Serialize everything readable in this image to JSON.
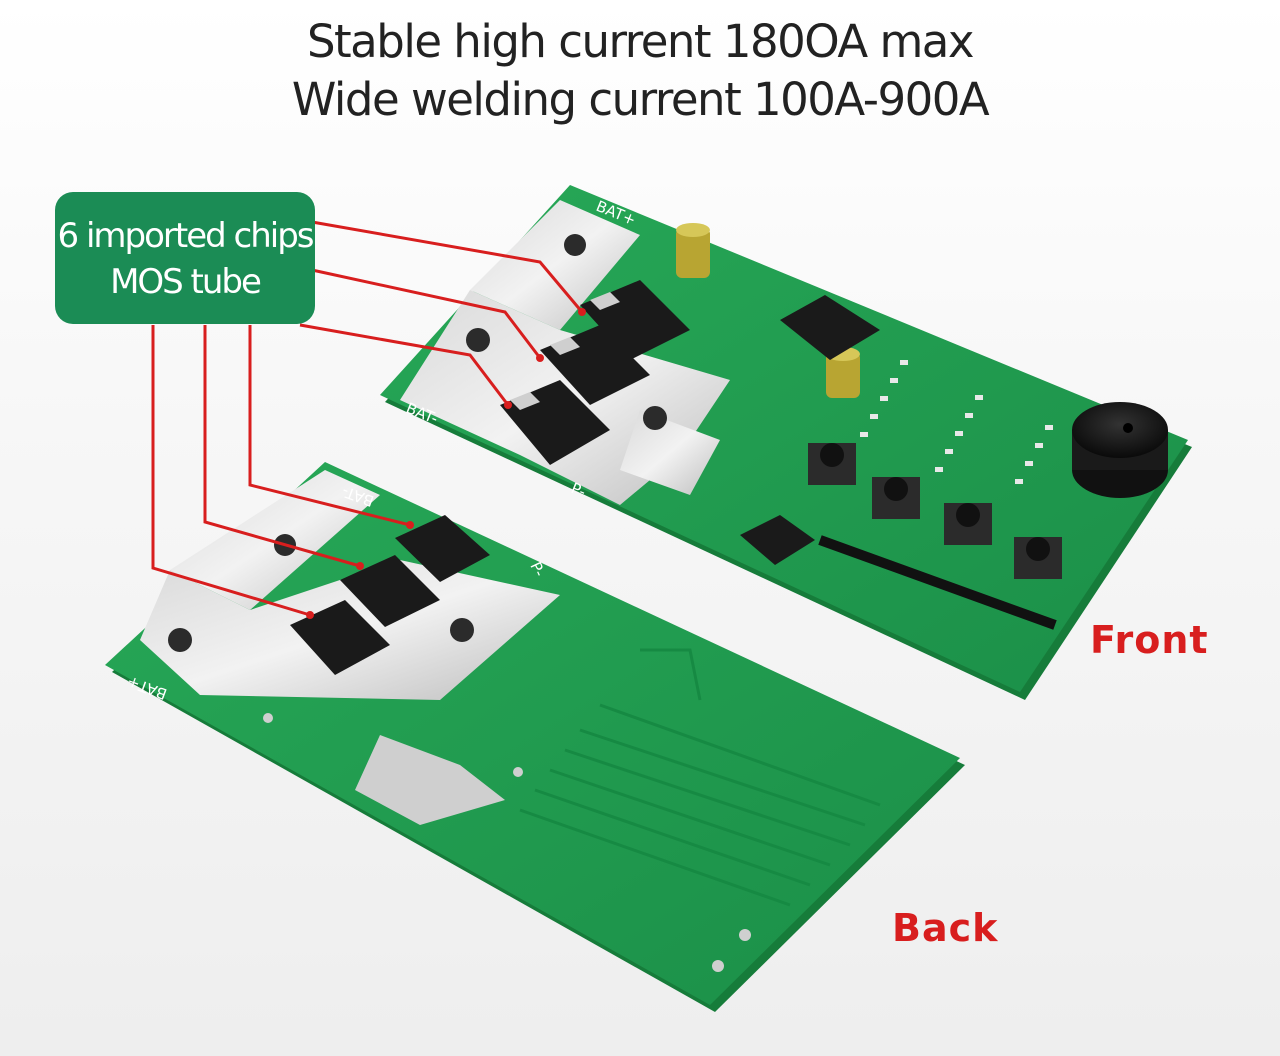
{
  "headline": {
    "line1": "Stable high current 180OA max",
    "line2": "Wide welding current 100A-900A"
  },
  "callout": {
    "line1": "6 imported chips",
    "line2": "MOS tube"
  },
  "labels": {
    "front": "Front",
    "back": "Back"
  },
  "silkscreen": {
    "front_bat_plus": "BAT+",
    "front_bat_minus": "BAT-",
    "front_p_minus": "P-",
    "back_bat_minus": "BAT-",
    "back_bat_plus": "BAT+",
    "back_p_minus": "P-"
  },
  "colors": {
    "pcb_green": "#1f9e4f",
    "callout_green": "#1b8c55",
    "leader_red": "#d81e1e",
    "label_red": "#d81e1e"
  }
}
